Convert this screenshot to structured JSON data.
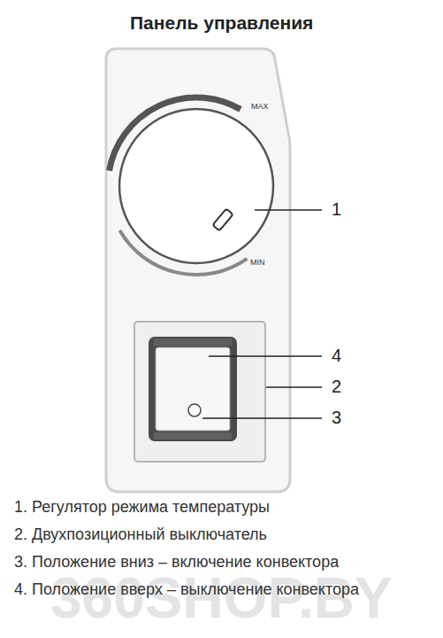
{
  "diagram": {
    "title": "Панель управления",
    "labels": [
      "MAX",
      "MIN",
      "1",
      "4",
      "2",
      "3",
      "1. Регулятор режима температуры",
      "2. Двухпозиционный выключатель",
      "3. Положение вниз – включение конвектора",
      "4. Положение вверх – выключение конвектора",
      "360SHOP.BY"
    ]
  }
}
